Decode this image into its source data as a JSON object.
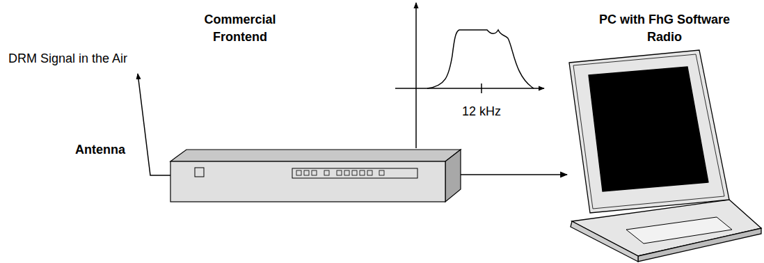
{
  "diagram": {
    "nodes": [
      {
        "text": [
          "Commercial Frontend"
        ]
      },
      {
        "text": [
          "PC with FhG Software Radio"
        ]
      }
    ],
    "edges": [
      {
        "from": 0,
        "to": 1,
        "arrow": "to"
      }
    ],
    "labels": [
      "DRM Signal in the Air",
      "Antenna",
      "12 kHz"
    ]
  }
}
